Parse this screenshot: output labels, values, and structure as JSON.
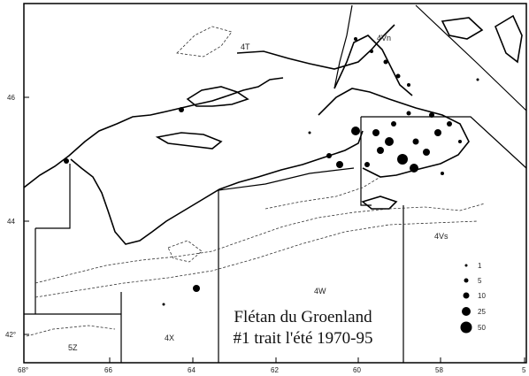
{
  "map": {
    "title_line1": "Flétan du Groenland",
    "title_line2": "#1 trait l'été 1970-95",
    "lat_labels": [
      "46",
      "44",
      "42°"
    ],
    "lon_labels": [
      "68°",
      "66",
      "64",
      "62",
      "60",
      "58",
      "5"
    ],
    "zones": [
      "4T",
      "4Vn",
      "4Vs",
      "4W",
      "4X",
      "5Z"
    ],
    "legend": [
      "1",
      "5",
      "10",
      "25",
      "50"
    ]
  }
}
